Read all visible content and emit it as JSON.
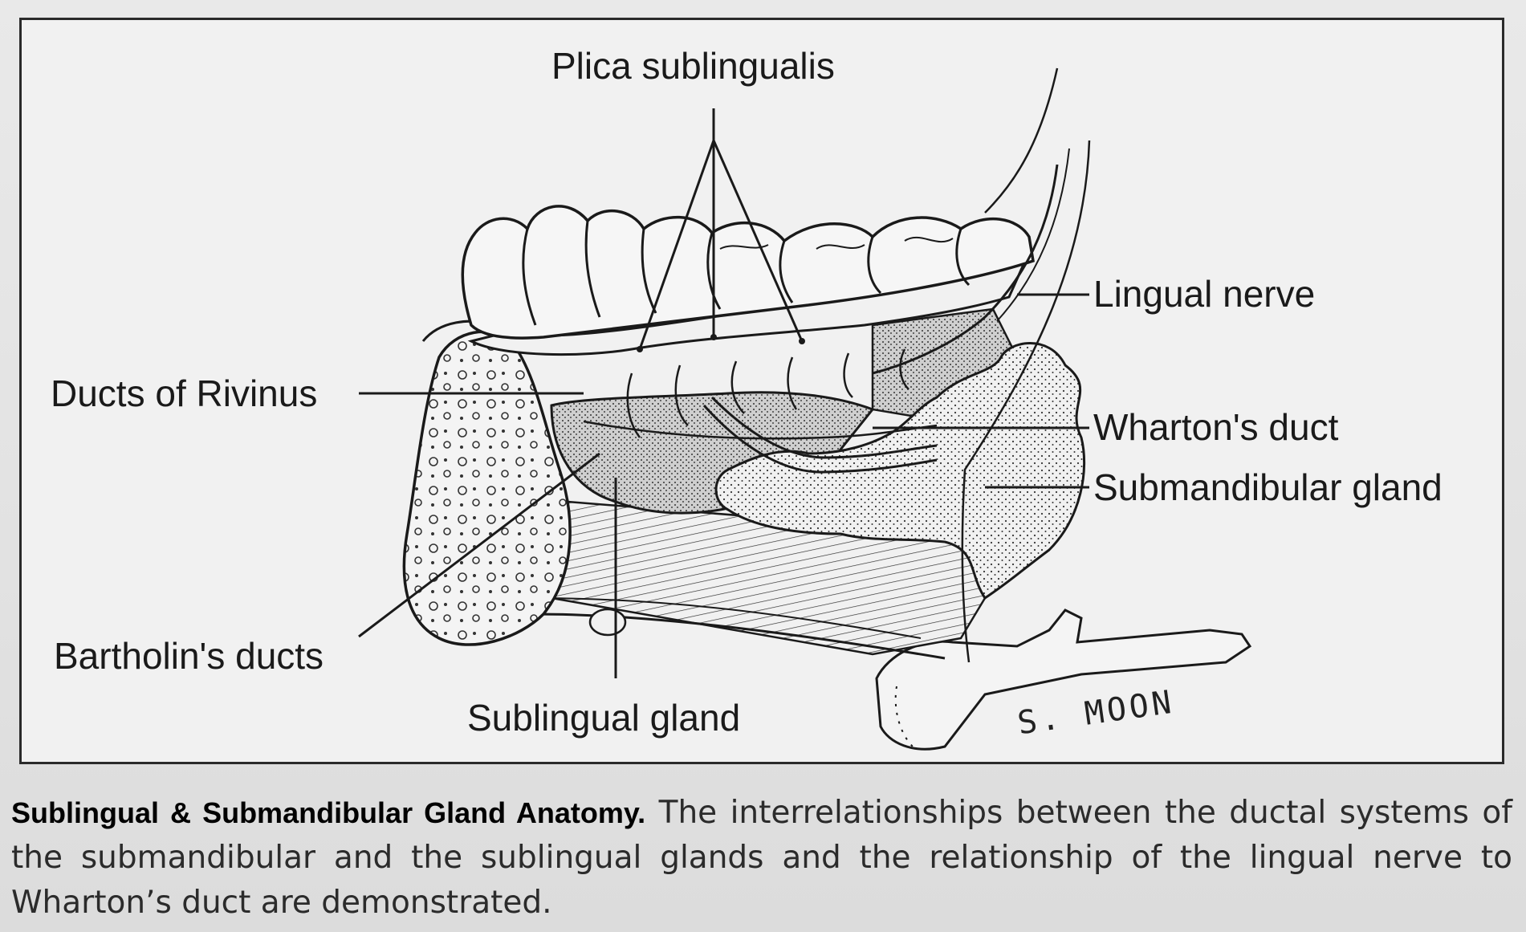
{
  "figure": {
    "labels": {
      "plica_sublingualis": "Plica sublingualis",
      "lingual_nerve": "Lingual nerve",
      "ducts_of_rivinus": "Ducts of Rivinus",
      "whartons_duct": "Wharton's duct",
      "submandibular_gland": "Submandibular gland",
      "bartholins_ducts": "Bartholin's ducts",
      "sublingual_gland": "Sublingual gland"
    },
    "signature": "S. MOON"
  },
  "caption": {
    "title": "Sublingual & Submandibular Gland Anatomy.",
    "body": "The interrelationships between the ductal systems of the submandibular and the sublingual glands and the relationship of the lingual nerve to Wharton’s duct are demonstrated."
  },
  "colors": {
    "line": "#1a1a1a",
    "paper": "#f1f1f1",
    "stipple": "#bdbdbd"
  }
}
